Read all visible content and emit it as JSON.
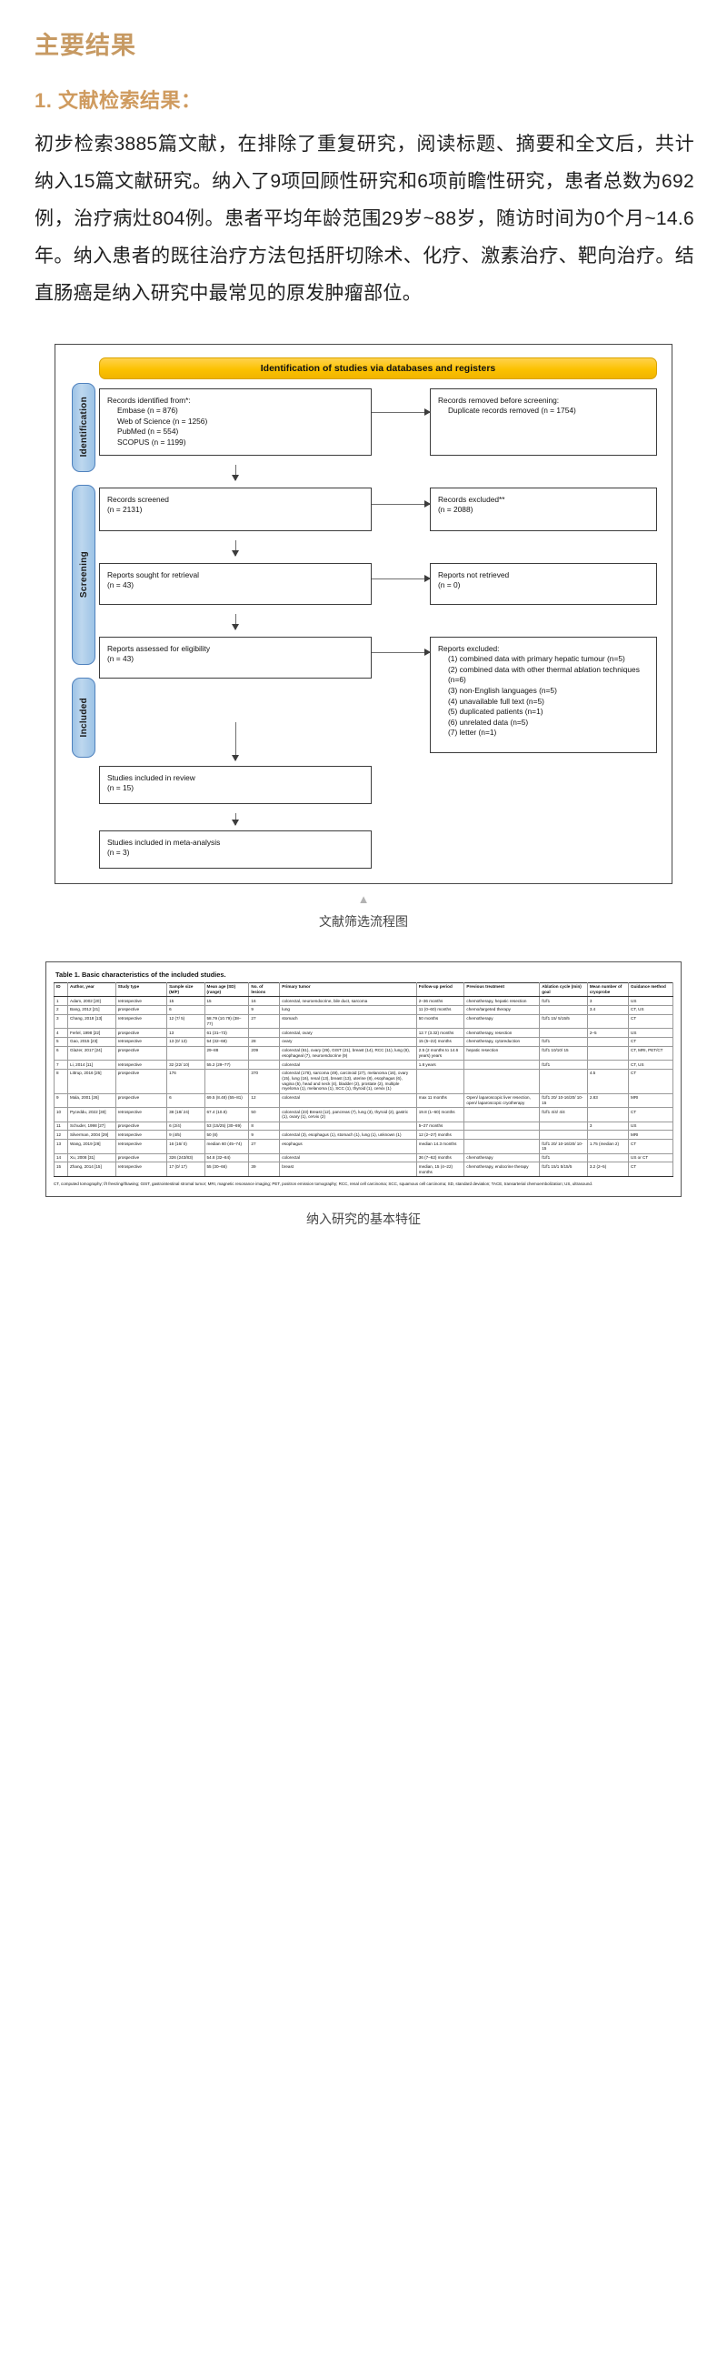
{
  "header": {
    "title": "主要结果"
  },
  "section": {
    "heading": "1. 文献检索结果：",
    "body": "初步检索3885篇文献，在排除了重复研究，阅读标题、摘要和全文后，共计纳入15篇文献研究。纳入了9项回顾性研究和6项前瞻性研究，患者总数为692例，治疗病灶804例。患者平均年龄范围29岁~88岁，随访时间为0个月~14.6年。纳入患者的既往治疗方法包括肝切除术、化疗、激素治疗、靶向治疗。结直肠癌是纳入研究中最常见的原发肿瘤部位。"
  },
  "prisma": {
    "banner": "Identification of studies via databases and registers",
    "rails": [
      "Identification",
      "Screening",
      "Included"
    ],
    "boxes": {
      "identified_title": "Records identified from*:",
      "identified_sources": [
        "Embase (n = 876)",
        "Web of Science (n = 1256)",
        "PubMed (n = 554)",
        "SCOPUS (n = 1199)"
      ],
      "removed_title": "Records removed before screening:",
      "removed_items": [
        "Duplicate records removed (n = 1754)"
      ],
      "screened": [
        "Records screened",
        "(n = 2131)"
      ],
      "excluded": [
        "Records excluded**",
        "(n = 2088)"
      ],
      "sought": [
        "Reports sought for retrieval",
        "(n = 43)"
      ],
      "not_retrieved": [
        "Reports not retrieved",
        "(n = 0)"
      ],
      "assessed": [
        "Reports assessed for eligibility",
        "(n = 43)"
      ],
      "reports_excluded_title": "Reports excluded:",
      "reports_excluded_items": [
        "(1) combined data with primary hepatic tumour (n=5)",
        "(2) combined data with other thermal ablation techniques (n=6)",
        "(3) non-English languages (n=5)",
        "(4) unavailable full text (n=5)",
        "(5) duplicated patients (n=1)",
        "(6) unrelated data (n=5)",
        "(7) letter (n=1)"
      ],
      "included_review": [
        "Studies included in review",
        "(n = 15)"
      ],
      "included_meta": [
        "Studies included in meta-analysis",
        "(n = 3)"
      ]
    },
    "caption": "文献筛选流程图",
    "caret": "▲"
  },
  "table": {
    "title": "Table 1.  Basic characteristics of the included studies.",
    "columns": [
      "ID",
      "Author, year",
      "Study type",
      "Sample size (M/F)",
      "Mean age (SD) (range)",
      "No. of lesions",
      "Primary tumor",
      "Follow-up period",
      "Previous treatment",
      "Ablation cycle (min) goal",
      "Mean number of cryoprobe",
      "Guidance method"
    ],
    "rows": [
      [
        "1",
        "Adam, 2002 [20]",
        "retrospective",
        "15",
        "15",
        "16",
        "colorectal, neuroendocrine, bile duct, sarcoma",
        "2–36 months",
        "chemotherapy, hepatic resection",
        "f1/f1",
        "3",
        "US"
      ],
      [
        "2",
        "Bang, 2012 [21]",
        "prospective",
        "6",
        "",
        "9",
        "lung",
        "11 (0–60) months",
        "chemo/targeted therapy",
        "",
        "3.4",
        "CT, US"
      ],
      [
        "3",
        "Chang, 2018 [13]",
        "retrospective",
        "12 (7/ 5)",
        "58.79 (10.79) (38–77)",
        "27",
        "stomach",
        "50 months",
        "chemotherapy",
        "f1/f1 15/ 5/15/5",
        "",
        "CT"
      ],
      [
        "4",
        "Ferlel, 1998 [22]",
        "prospective",
        "13",
        "61 (31–73)",
        "",
        "colorectal, ovary",
        "12.7 (3.32) months",
        "chemotherapy, resection",
        "",
        "2–5",
        "US"
      ],
      [
        "5",
        "Gao, 2015 [23]",
        "retrospective",
        "13 (0/ 13)",
        "54 (32–68)",
        "28",
        "ovary",
        "15 (5–22) months",
        "chemotherapy, cytoreduction",
        "f1/f1",
        "",
        "CT"
      ],
      [
        "6",
        "Glazer, 2017 [24]",
        "prospective",
        "",
        "29–88",
        "209",
        "colorectal (61), ovary (29), GIST (21), breast (14), RCC (11), lung (8), esophageal (7), neuroendocrine (9)",
        "2.5 (2 months to 14.6 years) years",
        "hepatic resection",
        "f1/f1 10/10/ 15",
        "",
        "CT, MRI, PET/CT"
      ],
      [
        "7",
        "Li, 2014 [11]",
        "retrospective",
        "32 (22/ 10)",
        "55.2 (29–77)",
        "",
        "colorectal",
        "1.8 years",
        "",
        "f1/f1",
        "",
        "CT, US"
      ],
      [
        "8",
        "Littrup, 2016 [25]",
        "prospective",
        "176",
        "",
        "370",
        "colorectal (178), sarcoma (49), carcinoid (27), melanoma (16), ovary (15), lung (16), renal (13), breast (13), uterine (8), esophagus (6), vagina (5), head and neck (4), bladder (2), prostate (2), multiple myeloma (1), melanoma (1), SCC (1), thyroid (1), cervix (1)",
        "",
        "",
        "",
        "4.5",
        "CT"
      ],
      [
        "9",
        "Mala, 2001 [26]",
        "prospective",
        "6",
        "69.5 (8.48) (55–81)",
        "12",
        "colorectal",
        "max 11 months",
        "Open/ laparoscopic liver resection, open/ laparoscopic cryotherapy",
        "f1/f1 20/ 10-16/20/ 10-15",
        "2.83",
        "MRI"
      ],
      [
        "10",
        "Pусeddu, 2022 [30]",
        "retrospective",
        "38 (18/ 24)",
        "67.4 (10.8)",
        "50",
        "colorectal (23) Breast (12), pancreas (7), lung (3), thyroid (2), gastric (1), ovary (1), cervix (2)",
        "19.8 (1–60) months",
        "",
        "f1/f1 4/4/ 4/4",
        "",
        "CT"
      ],
      [
        "11",
        "Schuder, 1998 [27]",
        "prospective",
        "6 (2/4)",
        "53 (15/25) (30–69)",
        "8",
        "",
        "5–27 months",
        "",
        "",
        "3",
        "US"
      ],
      [
        "12",
        "Silverman, 2004 [29]",
        "retrospective",
        "9 (4/5)",
        "50 (8)",
        "9",
        "colorectal (3), esophagus (1), stomach (1), lung (1), unknown (1)",
        "12 (2–27) months",
        "",
        "",
        "",
        "MRI"
      ],
      [
        "13",
        "Wang, 2019 [28]",
        "retrospective",
        "16 (16/ 0)",
        "median 60 (45–74)",
        "27",
        "esophagus",
        "median 14.3 months",
        "",
        "f1/f1 20/ 10-16/20/ 10-15",
        "1.75 (median 2)",
        "CT"
      ],
      [
        "14",
        "Xu, 2008 [31]",
        "prospective",
        "326 (243/83)",
        "54.8 (32–84)",
        "",
        "colorectal",
        "36 (7–62) months",
        "chemotherapy",
        "f1/f1",
        "",
        "US or CT"
      ],
      [
        "15",
        "Zhang, 2014 [15]",
        "retrospective",
        "17 (0/ 17)",
        "55 (30–66)",
        "39",
        "breast",
        "median, 15 (4–22) months",
        "chemotherapy, endocrine therapy",
        "f1/f1 15/1 5/15/5",
        "3.2 (2–5)",
        "CT"
      ]
    ],
    "footnote": "CT, computed tomography; f/t freezing/thawing; GIST, gastrointestinal stromal tumor; MRI, magnetic resonance imaging; PET, positron emission tomography; RCC, renal cell carcinoma; SCC, squamous cell carcinoma; SD, standard deviation; TACE, transarterial chemoembolization; US, ultrasound.",
    "caption": "纳入研究的基本特征"
  }
}
